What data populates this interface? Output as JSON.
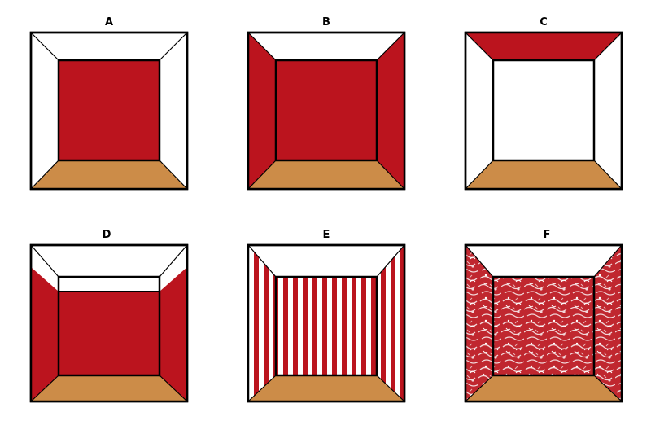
{
  "colors": {
    "wall_red": "#bb141e",
    "floor_tan": "#cc8c48",
    "white": "#ffffff",
    "outline": "#000000",
    "pattern_light": "#f2d6d8"
  },
  "rooms": [
    {
      "label": "A",
      "back_wall": "red",
      "side_walls": "white",
      "ceiling": "white",
      "floor": "tan"
    },
    {
      "label": "B",
      "back_wall": "red",
      "side_walls": "red",
      "ceiling": "white",
      "floor": "tan"
    },
    {
      "label": "C",
      "back_wall": "white",
      "side_walls": "white",
      "ceiling": "red",
      "floor": "tan"
    },
    {
      "label": "D",
      "back_wall": "red",
      "side_walls": "red",
      "ceiling": "white",
      "floor": "tan",
      "frieze": "white"
    },
    {
      "label": "E",
      "back_wall": "striped",
      "side_walls": "striped",
      "ceiling": "white",
      "floor": "tan"
    },
    {
      "label": "F",
      "back_wall": "patterned",
      "side_walls": "patterned",
      "ceiling": "white",
      "floor": "tan"
    }
  ]
}
